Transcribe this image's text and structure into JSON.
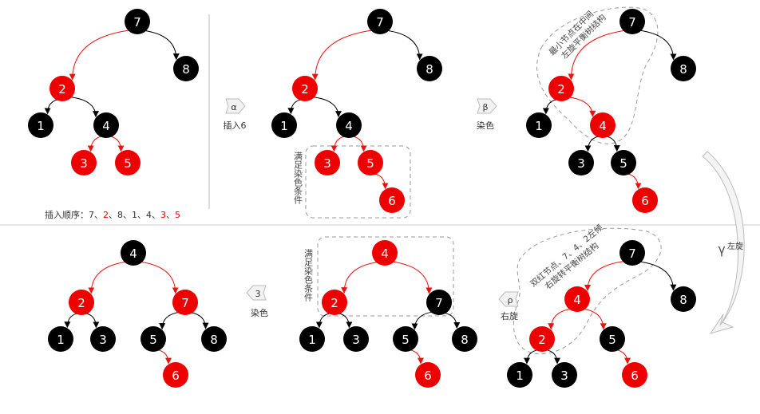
{
  "colors": {
    "red": "#ee0000",
    "black": "#000000",
    "edge_black": "#000000",
    "edge_red": "#ee1111",
    "dashed": "#999999",
    "arrow_fill": "#f2f2f2",
    "arrow_stroke": "#bbbbbb"
  },
  "insertion_order": {
    "prefix": "插入顺序：",
    "items": [
      {
        "text": "7",
        "color": "black"
      },
      {
        "text": "2",
        "color": "red"
      },
      {
        "text": "8",
        "color": "black"
      },
      {
        "text": "1",
        "color": "black"
      },
      {
        "text": "4",
        "color": "black"
      },
      {
        "text": "3",
        "color": "red"
      },
      {
        "text": "5",
        "color": "red"
      }
    ],
    "separator": "、"
  },
  "steps": [
    {
      "symbol": "α",
      "label": "插入6",
      "direction": "right"
    },
    {
      "symbol": "β",
      "label": "染色",
      "direction": "right"
    },
    {
      "symbol": "γ",
      "label": "左旋",
      "direction": "down"
    },
    {
      "symbol": "ρ",
      "label": "右旋",
      "direction": "left"
    },
    {
      "symbol": "3",
      "label": "染色",
      "direction": "left"
    }
  ],
  "notes": {
    "satisfy_coloring": "满足染色条件",
    "min_node_middle_line1": "最小节点在中间",
    "min_node_middle_line2": "左旋平衡树结构",
    "double_red_line1": "双红节点、7、4、2左倾",
    "double_red_line2": "右旋转平衡树结构"
  },
  "trees": [
    {
      "id": "initial",
      "nodes": [
        {
          "id": "7",
          "label": "7",
          "color": "black"
        },
        {
          "id": "8",
          "label": "8",
          "color": "black"
        },
        {
          "id": "2",
          "label": "2",
          "color": "red"
        },
        {
          "id": "1",
          "label": "1",
          "color": "black"
        },
        {
          "id": "4",
          "label": "4",
          "color": "black"
        },
        {
          "id": "3",
          "label": "3",
          "color": "red"
        },
        {
          "id": "5",
          "label": "5",
          "color": "red"
        }
      ],
      "edges": [
        [
          "7",
          "2",
          "red"
        ],
        [
          "7",
          "8",
          "black"
        ],
        [
          "2",
          "1",
          "black"
        ],
        [
          "2",
          "4",
          "black"
        ],
        [
          "4",
          "3",
          "red"
        ],
        [
          "4",
          "5",
          "red"
        ]
      ]
    },
    {
      "id": "insert6",
      "nodes": [
        {
          "id": "7",
          "label": "7",
          "color": "black"
        },
        {
          "id": "8",
          "label": "8",
          "color": "black"
        },
        {
          "id": "2",
          "label": "2",
          "color": "red"
        },
        {
          "id": "1",
          "label": "1",
          "color": "black"
        },
        {
          "id": "4",
          "label": "4",
          "color": "black"
        },
        {
          "id": "3",
          "label": "3",
          "color": "red"
        },
        {
          "id": "5",
          "label": "5",
          "color": "red"
        },
        {
          "id": "6",
          "label": "6",
          "color": "red"
        }
      ],
      "edges": [
        [
          "7",
          "2",
          "red"
        ],
        [
          "7",
          "8",
          "black"
        ],
        [
          "2",
          "1",
          "black"
        ],
        [
          "2",
          "4",
          "black"
        ],
        [
          "4",
          "3",
          "red"
        ],
        [
          "4",
          "5",
          "red"
        ],
        [
          "5",
          "6",
          "red"
        ]
      ]
    },
    {
      "id": "recolor",
      "nodes": [
        {
          "id": "7",
          "label": "7",
          "color": "black"
        },
        {
          "id": "8",
          "label": "8",
          "color": "black"
        },
        {
          "id": "2",
          "label": "2",
          "color": "red"
        },
        {
          "id": "1",
          "label": "1",
          "color": "black"
        },
        {
          "id": "4",
          "label": "4",
          "color": "red"
        },
        {
          "id": "3",
          "label": "3",
          "color": "black"
        },
        {
          "id": "5",
          "label": "5",
          "color": "black"
        },
        {
          "id": "6",
          "label": "6",
          "color": "red"
        }
      ],
      "edges": [
        [
          "7",
          "2",
          "red"
        ],
        [
          "7",
          "8",
          "black"
        ],
        [
          "2",
          "1",
          "black"
        ],
        [
          "2",
          "4",
          "red"
        ],
        [
          "4",
          "3",
          "black"
        ],
        [
          "4",
          "5",
          "black"
        ],
        [
          "5",
          "6",
          "red"
        ]
      ]
    },
    {
      "id": "left_rotated",
      "nodes": [
        {
          "id": "7",
          "label": "7",
          "color": "black"
        },
        {
          "id": "8",
          "label": "8",
          "color": "black"
        },
        {
          "id": "4",
          "label": "4",
          "color": "red"
        },
        {
          "id": "2",
          "label": "2",
          "color": "red"
        },
        {
          "id": "5",
          "label": "5",
          "color": "black"
        },
        {
          "id": "1",
          "label": "1",
          "color": "black"
        },
        {
          "id": "3",
          "label": "3",
          "color": "black"
        },
        {
          "id": "6",
          "label": "6",
          "color": "red"
        }
      ],
      "edges": [
        [
          "7",
          "4",
          "red"
        ],
        [
          "7",
          "8",
          "black"
        ],
        [
          "4",
          "2",
          "red"
        ],
        [
          "4",
          "5",
          "red"
        ],
        [
          "2",
          "1",
          "black"
        ],
        [
          "2",
          "3",
          "black"
        ],
        [
          "5",
          "6",
          "red"
        ]
      ]
    },
    {
      "id": "right_rotated",
      "nodes": [
        {
          "id": "4",
          "label": "4",
          "color": "red"
        },
        {
          "id": "2",
          "label": "2",
          "color": "red"
        },
        {
          "id": "7",
          "label": "7",
          "color": "black"
        },
        {
          "id": "1",
          "label": "1",
          "color": "black"
        },
        {
          "id": "3",
          "label": "3",
          "color": "black"
        },
        {
          "id": "5",
          "label": "5",
          "color": "black"
        },
        {
          "id": "8",
          "label": "8",
          "color": "black"
        },
        {
          "id": "6",
          "label": "6",
          "color": "red"
        }
      ],
      "edges": [
        [
          "4",
          "2",
          "red"
        ],
        [
          "4",
          "7",
          "red"
        ],
        [
          "2",
          "1",
          "black"
        ],
        [
          "2",
          "3",
          "black"
        ],
        [
          "7",
          "5",
          "black"
        ],
        [
          "7",
          "8",
          "black"
        ],
        [
          "5",
          "6",
          "red"
        ]
      ]
    },
    {
      "id": "final",
      "nodes": [
        {
          "id": "4",
          "label": "4",
          "color": "black"
        },
        {
          "id": "2",
          "label": "2",
          "color": "red"
        },
        {
          "id": "7",
          "label": "7",
          "color": "red"
        },
        {
          "id": "1",
          "label": "1",
          "color": "black"
        },
        {
          "id": "3",
          "label": "3",
          "color": "black"
        },
        {
          "id": "5",
          "label": "5",
          "color": "black"
        },
        {
          "id": "8",
          "label": "8",
          "color": "black"
        },
        {
          "id": "6",
          "label": "6",
          "color": "red"
        }
      ],
      "edges": [
        [
          "4",
          "2",
          "red"
        ],
        [
          "4",
          "7",
          "red"
        ],
        [
          "2",
          "1",
          "black"
        ],
        [
          "2",
          "3",
          "black"
        ],
        [
          "7",
          "5",
          "black"
        ],
        [
          "7",
          "8",
          "black"
        ],
        [
          "5",
          "6",
          "red"
        ]
      ]
    }
  ]
}
